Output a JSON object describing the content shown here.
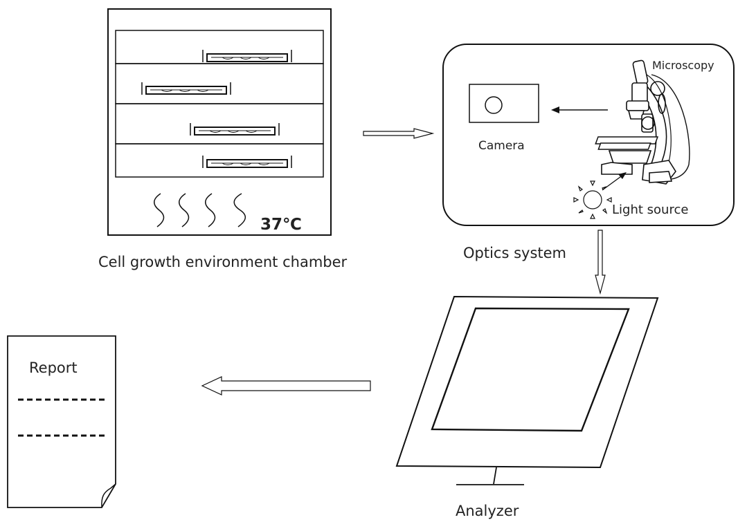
{
  "chamber": {
    "temperature": "37℃",
    "caption": "Cell growth environment chamber"
  },
  "optics": {
    "camera_label": "Camera",
    "microscope_label": "Microscopy",
    "light_label": "Light source",
    "caption": "Optics system"
  },
  "analyzer": {
    "caption": "Analyzer"
  },
  "report": {
    "title": "Report"
  },
  "colors": {
    "line": "#111111",
    "text": "#222222"
  }
}
